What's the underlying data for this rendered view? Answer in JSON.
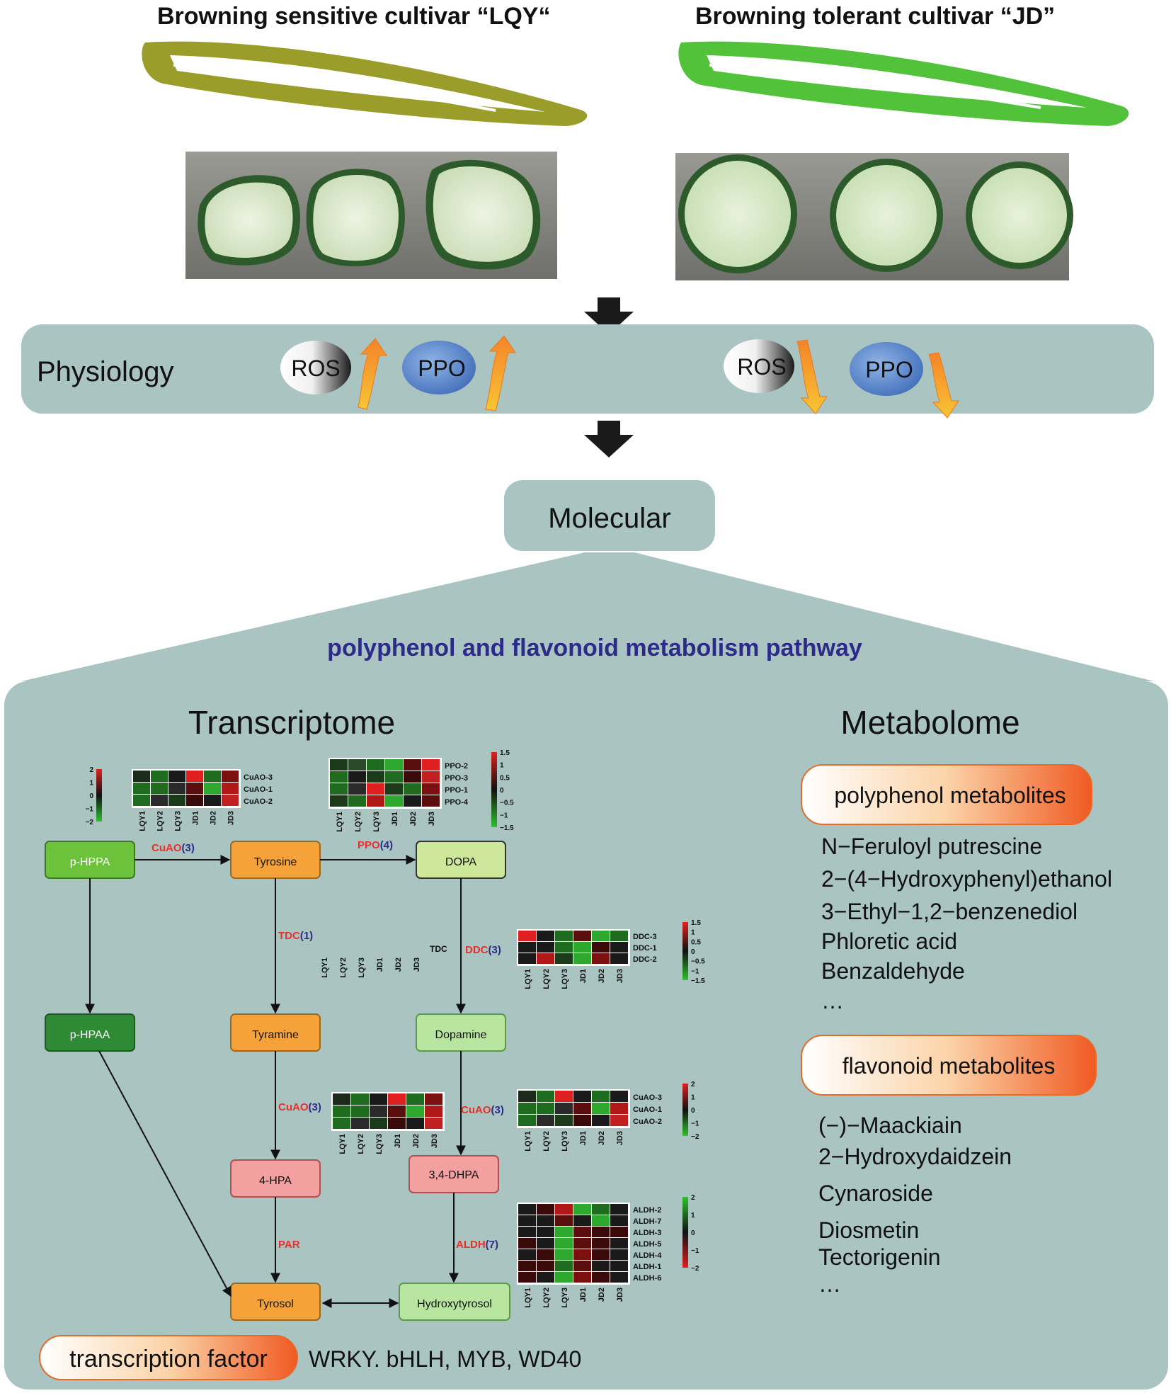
{
  "header": {
    "left_title": "Browning sensitive cultivar  “LQY“",
    "right_title": "Browning tolerant cultivar  “JD”"
  },
  "physiology": {
    "label": "Physiology",
    "left_ros": "ROS",
    "left_ppo": "PPO",
    "right_ros": "ROS",
    "right_ppo": "PPO"
  },
  "molecular": {
    "label": "Molecular",
    "pathway_title": "polyphenol and flavonoid metabolism pathway"
  },
  "transcriptome": {
    "title": "Transcriptome",
    "samples": [
      "LQY1",
      "LQY2",
      "LQY3",
      "JD1",
      "JD2",
      "JD3"
    ],
    "nodes": {
      "phppa": "p-HPPA",
      "tyrosine": "Tyrosine",
      "dopa": "DOPA",
      "phpaa": "p-HPAA",
      "tyramine": "Tyramine",
      "dopamine": "Dopamine",
      "hpa": "4-HPA",
      "dhpa": "3,4-DHPA",
      "tyrosol": "Tyrosol",
      "hydroxytyrosol": "Hydroxytyrosol"
    },
    "enzymes": {
      "cuao_top": {
        "name": "CuAO",
        "count": "(3)"
      },
      "ppo": {
        "name": "PPO",
        "count": "(4)"
      },
      "tdc": {
        "name": "TDC",
        "count": "(1)"
      },
      "ddc": {
        "name": "DDC",
        "count": "(3)"
      },
      "cuao_mid_left": {
        "name": "CuAO",
        "count": "(3)"
      },
      "cuao_mid_right": {
        "name": "CuAO",
        "count": "(3)"
      },
      "par": {
        "name": "PAR",
        "count": ""
      },
      "aldh": {
        "name": "ALDH",
        "count": "(7)"
      }
    },
    "tdc_row_label": "TDC",
    "heatmaps": {
      "cuao_top": {
        "genes": [
          "CuAO-3",
          "CuAO-1",
          "CuAO-2"
        ],
        "colors": [
          [
            "#1b2a1b",
            "#1f6b1f",
            "#1a1a1a",
            "#e02020",
            "#1f6b1f",
            "#7a1010"
          ],
          [
            "#1f6b1f",
            "#1f6b1f",
            "#2a2a2a",
            "#5a0e0e",
            "#2ea82e",
            "#b01818"
          ],
          [
            "#1f6b1f",
            "#2a2a2a",
            "#1a3a1a",
            "#3a0a0a",
            "#1a1a1a",
            "#c02020"
          ]
        ],
        "scale_ticks": [
          "2",
          "1",
          "0",
          "−1",
          "−2"
        ]
      },
      "ppo": {
        "genes": [
          "PPO-2",
          "PPO-3",
          "PPO-1",
          "PPO-4"
        ],
        "colors": [
          [
            "#1a3a1a",
            "#2a4a2a",
            "#1f6b1f",
            "#2ea82e",
            "#5a0e0e",
            "#e02020"
          ],
          [
            "#1f6b1f",
            "#1a1a1a",
            "#1a3a1a",
            "#1f6b1f",
            "#3a0a0a",
            "#c02020"
          ],
          [
            "#1f6b1f",
            "#2a2a2a",
            "#e02020",
            "#1a3a1a",
            "#1f6b1f",
            "#7a1010"
          ],
          [
            "#1a3a1a",
            "#1f6b1f",
            "#b01818",
            "#2ea82e",
            "#1a1a1a",
            "#5a0e0e"
          ]
        ],
        "scale_ticks": [
          "1.5",
          "1",
          "0.5",
          "0",
          "−0.5",
          "−1",
          "−1.5"
        ]
      },
      "ddc": {
        "genes": [
          "DDC-3",
          "DDC-1",
          "DDC-2"
        ],
        "colors": [
          [
            "#e02020",
            "#1a1a1a",
            "#1f6b1f",
            "#5a0e0e",
            "#2ea82e",
            "#1f6b1f"
          ],
          [
            "#1a1a1a",
            "#1a1a1a",
            "#1f6b1f",
            "#2ea82e",
            "#3a0a0a",
            "#1a1a1a"
          ],
          [
            "#1a1a1a",
            "#b01818",
            "#1a3a1a",
            "#2ea82e",
            "#7a1010",
            "#1a1a1a"
          ]
        ],
        "scale_ticks": [
          "1.5",
          "1",
          "0.5",
          "0",
          "−0.5",
          "−1",
          "−1.5"
        ]
      },
      "cuao_mid_left": {
        "genes": [],
        "colors": [
          [
            "#1b2a1b",
            "#1f6b1f",
            "#1a1a1a",
            "#e02020",
            "#1f6b1f",
            "#7a1010"
          ],
          [
            "#1f6b1f",
            "#1f6b1f",
            "#2a2a2a",
            "#5a0e0e",
            "#2ea82e",
            "#b01818"
          ],
          [
            "#1f6b1f",
            "#2a2a2a",
            "#1a3a1a",
            "#3a0a0a",
            "#1a1a1a",
            "#c02020"
          ]
        ],
        "scale_ticks": []
      },
      "cuao_mid_right": {
        "genes": [
          "CuAO-3",
          "CuAO-1",
          "CuAO-2"
        ],
        "colors": [
          [
            "#1b2a1b",
            "#1f6b1f",
            "#e02020",
            "#1a1a1a",
            "#1f6b1f",
            "#1a1a1a"
          ],
          [
            "#1f6b1f",
            "#1f6b1f",
            "#2a2a2a",
            "#5a0e0e",
            "#2ea82e",
            "#b01818"
          ],
          [
            "#1f6b1f",
            "#2a2a2a",
            "#1a3a1a",
            "#3a0a0a",
            "#1a1a1a",
            "#c02020"
          ]
        ],
        "scale_ticks": [
          "2",
          "1",
          "0",
          "−1",
          "−2"
        ]
      },
      "aldh": {
        "genes": [
          "ALDH-2",
          "ALDH-7",
          "ALDH-3",
          "ALDH-5",
          "ALDH-4",
          "ALDH-1",
          "ALDH-6"
        ],
        "colors": [
          [
            "#1a1a1a",
            "#3a0a0a",
            "#b01818",
            "#2ea82e",
            "#1f6b1f",
            "#1a1a1a"
          ],
          [
            "#1a1a1a",
            "#1a1a1a",
            "#5a0e0e",
            "#1a1a1a",
            "#2ea82e",
            "#1a1a1a"
          ],
          [
            "#1a1a1a",
            "#1a1a1a",
            "#2ea82e",
            "#5a0e0e",
            "#3a0a0a",
            "#3a0a0a"
          ],
          [
            "#3a0a0a",
            "#1a1a1a",
            "#2ea82e",
            "#5a0e0e",
            "#3a0a0a",
            "#1a1a1a"
          ],
          [
            "#1a1a1a",
            "#3a0a0a",
            "#2ea82e",
            "#7a1010",
            "#3a0a0a",
            "#1a1a1a"
          ],
          [
            "#3a0a0a",
            "#3a0a0a",
            "#1f6b1f",
            "#5a0e0e",
            "#1a1a1a",
            "#1a1a1a"
          ],
          [
            "#3a0a0a",
            "#1a1a1a",
            "#2ea82e",
            "#7a1010",
            "#3a0a0a",
            "#1a1a1a"
          ]
        ],
        "scale_ticks": [
          "2",
          "1",
          "0",
          "−1",
          "−2"
        ]
      }
    },
    "transcription_factor": {
      "label": "transcription factor",
      "families": "WRKY. bHLH, MYB, WD40"
    }
  },
  "metabolome": {
    "title": "Metabolome",
    "polyphenol_label": "polyphenol metabolites",
    "polyphenol_items": [
      "N−Feruloyl putrescine",
      "2−(4−Hydroxyphenyl)ethanol",
      "3−Ethyl−1,2−benzenediol",
      "Phloretic acid",
      "Benzaldehyde",
      "…"
    ],
    "flavonoid_label": "flavonoid metabolites",
    "flavonoid_items": [
      "(−)−Maackiain",
      "2−Hydroxydaidzein",
      "Cynaroside",
      "Diosmetin",
      "Tectorigenin",
      "…"
    ]
  },
  "colors": {
    "panel": "#a9c4c1",
    "pathway_title": "#2e2a8a",
    "enzyme": "#e8302a",
    "enzyme_count": "#2e2a8a",
    "orange_node": "#f5a23a",
    "light_green_node": "#cde89a",
    "green_node": "#6cc23a",
    "dark_green_node": "#2f8a35",
    "pink_node": "#f2a0a0",
    "pale_green_node": "#b8e6a0"
  }
}
